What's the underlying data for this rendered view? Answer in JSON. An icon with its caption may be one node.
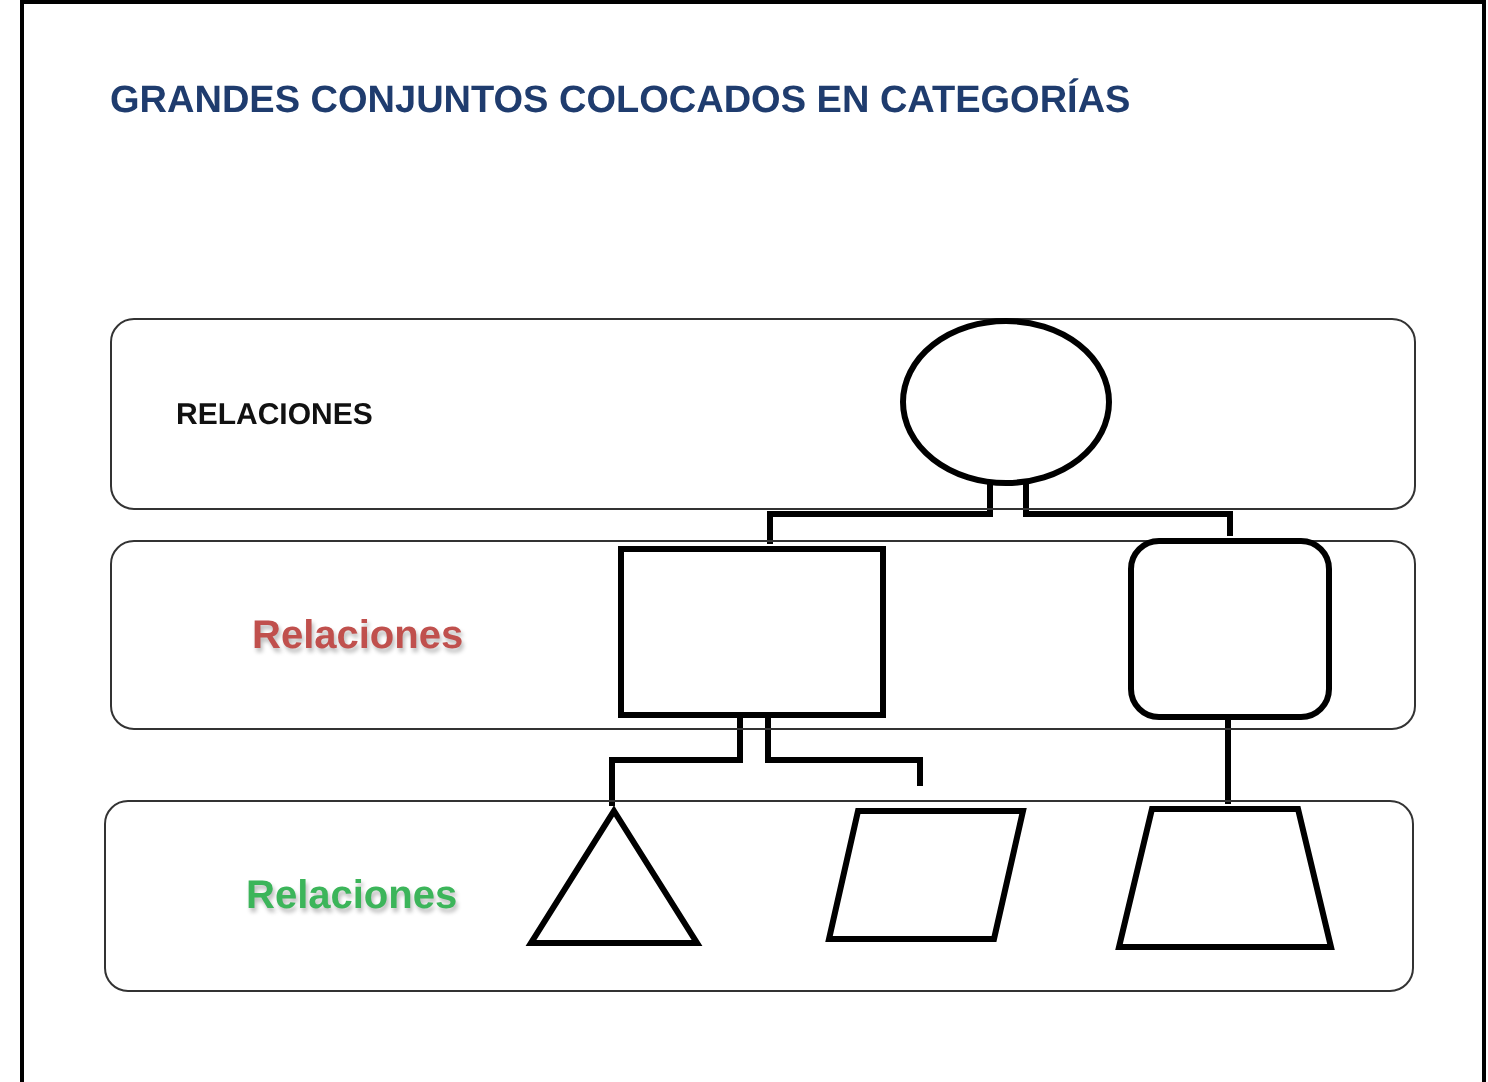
{
  "diagram": {
    "title": "GRANDES CONJUNTOS COLOCADOS EN CATEGORÍAS",
    "nodes": [
      {
        "text": [
          "RELACIONES"
        ]
      },
      {
        "text": [],
        "shape": "circle",
        "in": 0
      },
      {
        "text": [
          "Relaciones"
        ]
      },
      {
        "text": [],
        "shape": "box",
        "in": 2
      },
      {
        "text": [],
        "shape": "box",
        "in": 2
      },
      {
        "text": [
          "Relaciones"
        ]
      },
      {
        "text": [],
        "shape": "triangle",
        "in": 5
      },
      {
        "text": [],
        "shape": "parallelogram",
        "in": 5
      },
      {
        "text": [],
        "shape": "trapezoid",
        "in": 5
      }
    ],
    "edges": [
      {
        "from": 1,
        "to": 3,
        "arrow": "none"
      },
      {
        "from": 1,
        "to": 4,
        "arrow": "none"
      },
      {
        "from": 3,
        "to": 6,
        "arrow": "none"
      },
      {
        "from": 3,
        "to": 7,
        "arrow": "none"
      },
      {
        "from": 4,
        "to": 8,
        "arrow": "none"
      }
    ]
  }
}
